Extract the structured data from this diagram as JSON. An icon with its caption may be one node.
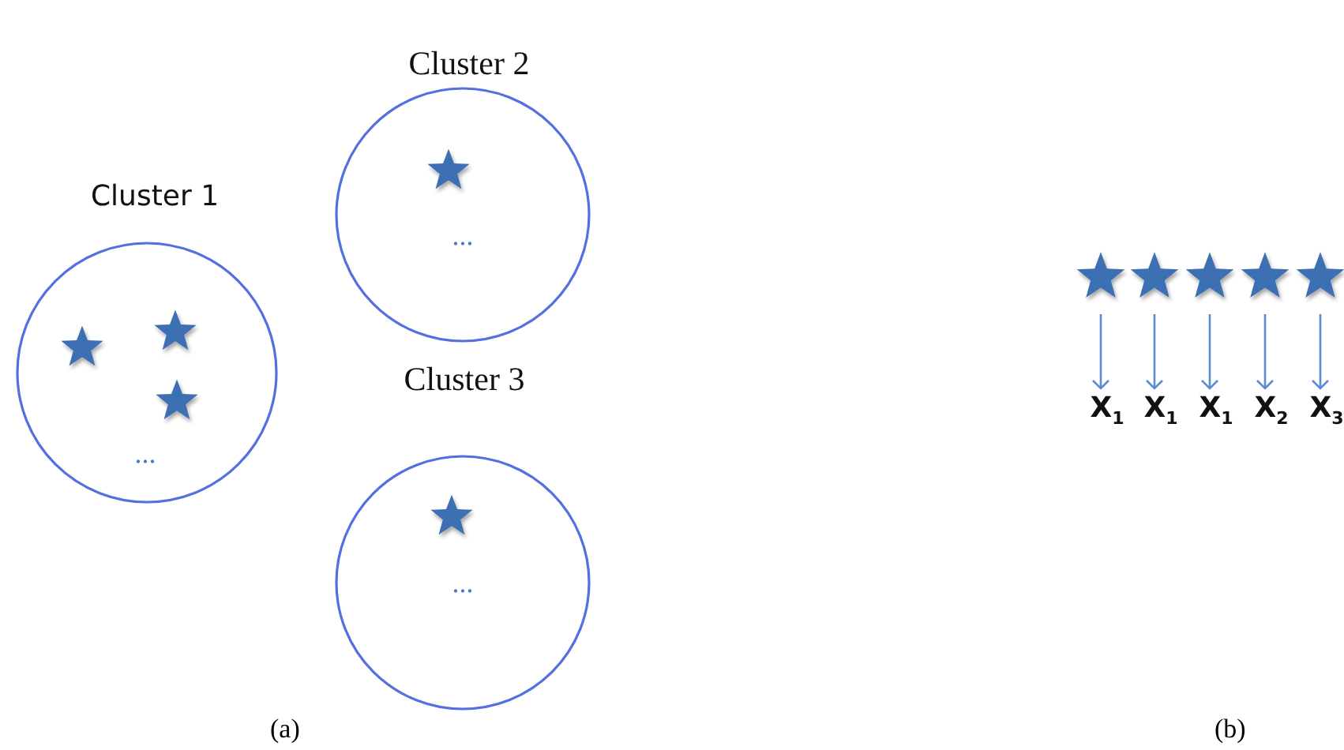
{
  "diagram": {
    "nodes": [
      {
        "text": [
          "Cluster 1",
          "..."
        ]
      },
      {
        "text": [],
        "shape": "star",
        "in": 0
      },
      {
        "text": [],
        "shape": "star",
        "in": 0
      },
      {
        "text": [],
        "shape": "star",
        "in": 0
      },
      {
        "text": [
          "Cluster 2",
          "..."
        ]
      },
      {
        "text": [],
        "shape": "star",
        "in": 4
      },
      {
        "text": [
          "Cluster 3",
          "..."
        ]
      },
      {
        "text": [],
        "shape": "star",
        "in": 6
      },
      {
        "text": [],
        "shape": "star"
      },
      {
        "text": [],
        "shape": "star"
      },
      {
        "text": [],
        "shape": "star"
      },
      {
        "text": [],
        "shape": "star"
      },
      {
        "text": [],
        "shape": "star"
      },
      {
        "text": [
          "X$_{1}$"
        ]
      },
      {
        "text": [
          "X$_{1}$"
        ]
      },
      {
        "text": [
          "X$_{1}$"
        ]
      },
      {
        "text": [
          "X$_{2}$"
        ]
      },
      {
        "text": [
          "X$_{3}$"
        ]
      }
    ],
    "edges": [
      {
        "from": 8,
        "to": 13,
        "arrow": "to"
      },
      {
        "from": 9,
        "to": 14,
        "arrow": "to"
      },
      {
        "from": 10,
        "to": 15,
        "arrow": "to"
      },
      {
        "from": 11,
        "to": 16,
        "arrow": "to"
      },
      {
        "from": 12,
        "to": 17,
        "arrow": "to"
      }
    ],
    "labels": [
      "(a)",
      "(b)"
    ]
  }
}
